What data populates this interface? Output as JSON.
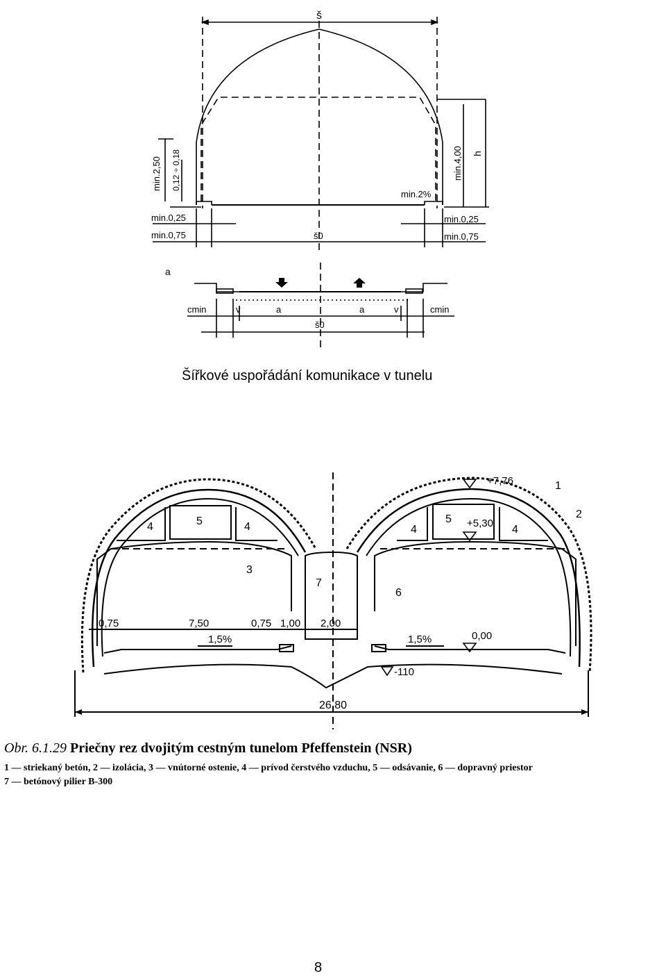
{
  "top_drawing": {
    "labels": {
      "width_total": "š",
      "clearance_left": "min.2,50",
      "kerb_height": "0,12 ÷ 0,18",
      "min_025_left": "min.0,25",
      "min_075_left": "min.0,75",
      "width_s0": "š0",
      "slope": "min.2%",
      "min_400": "min.4,00",
      "h": "h",
      "min_025_right": "min.0,25",
      "min_075_right": "min.0,75"
    }
  },
  "lane_drawing": {
    "labels": {
      "a_title": "a",
      "c_min_left": "cmin",
      "v_left": "v",
      "a_left": "a",
      "a_right": "a",
      "v_right": "v",
      "c_min_right": "cmin",
      "s0": "š0"
    }
  },
  "caption_top": "Šířkové uspořádání komunikace v tunelu",
  "tunnel_drawing": {
    "labels": {
      "elev_top": "+7,76",
      "elev_mid": "+5,30",
      "elev_zero": "0,00",
      "elev_bottom": "-110",
      "n1": "1",
      "n2": "2",
      "n3": "3",
      "n4a": "4",
      "n5a": "5",
      "n4b": "4",
      "n4c": "4",
      "n5b": "5",
      "n4d": "4",
      "n6": "6",
      "n7": "7",
      "d075a": "0,75",
      "d750": "7,50",
      "d075b": "0,75",
      "d100": "1,00",
      "d200": "2,00",
      "slope_left": "1,5%",
      "slope_right": "1,5%",
      "total": "26,80"
    }
  },
  "figure_caption": {
    "obr": "Obr.",
    "number": "6.1.29",
    "title": "Priečny rez dvojitým cestným tunelom Pfeffenstein (NSR)",
    "legend_line1": "1 — striekaný betón, 2 — izolácia, 3 — vnútorné ostenie, 4 — prívod čerstvého vzduchu, 5 — odsávanie, 6 — dopravný priestor",
    "legend_line2": "7 — betónový pilier B-300"
  },
  "page_number": "8"
}
